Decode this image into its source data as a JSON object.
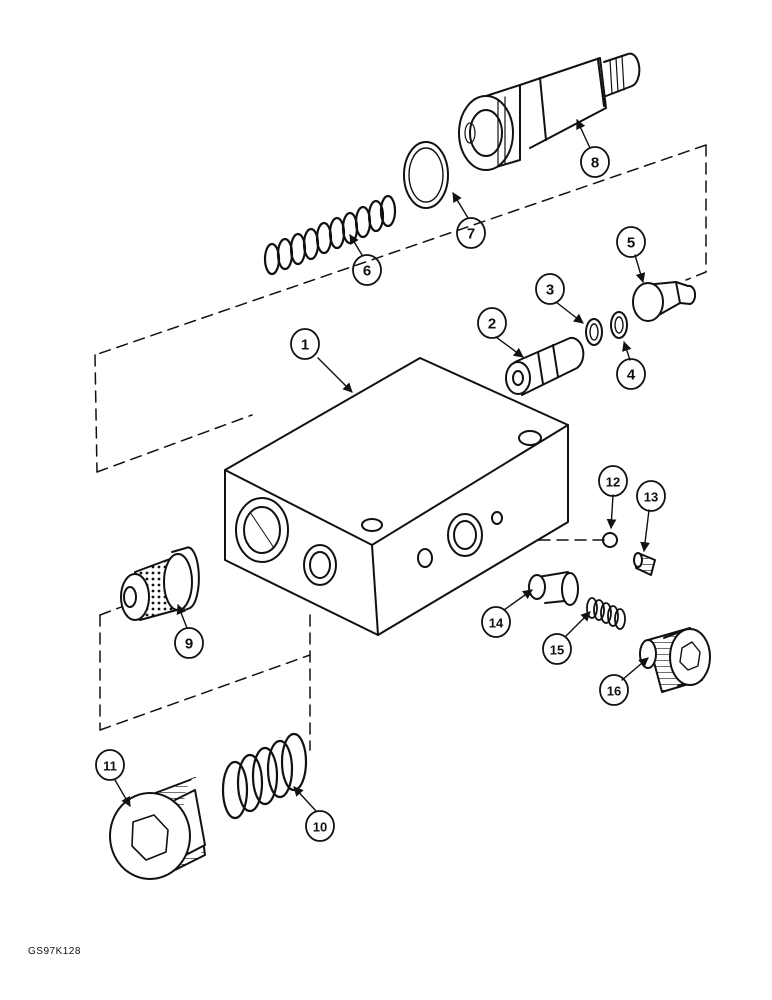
{
  "figure_code": "GS97K128",
  "callouts": [
    {
      "id": "callout-1",
      "label": "1"
    },
    {
      "id": "callout-2",
      "label": "2"
    },
    {
      "id": "callout-3",
      "label": "3"
    },
    {
      "id": "callout-4",
      "label": "4"
    },
    {
      "id": "callout-5",
      "label": "5"
    },
    {
      "id": "callout-6",
      "label": "6"
    },
    {
      "id": "callout-7",
      "label": "7"
    },
    {
      "id": "callout-8",
      "label": "8"
    },
    {
      "id": "callout-9",
      "label": "9"
    },
    {
      "id": "callout-10",
      "label": "10"
    },
    {
      "id": "callout-11",
      "label": "11"
    },
    {
      "id": "callout-12",
      "label": "12"
    },
    {
      "id": "callout-13",
      "label": "13"
    },
    {
      "id": "callout-14",
      "label": "14"
    },
    {
      "id": "callout-15",
      "label": "15"
    },
    {
      "id": "callout-16",
      "label": "16"
    }
  ],
  "colors": {
    "ink": "#111111",
    "paper": "#ffffff"
  }
}
